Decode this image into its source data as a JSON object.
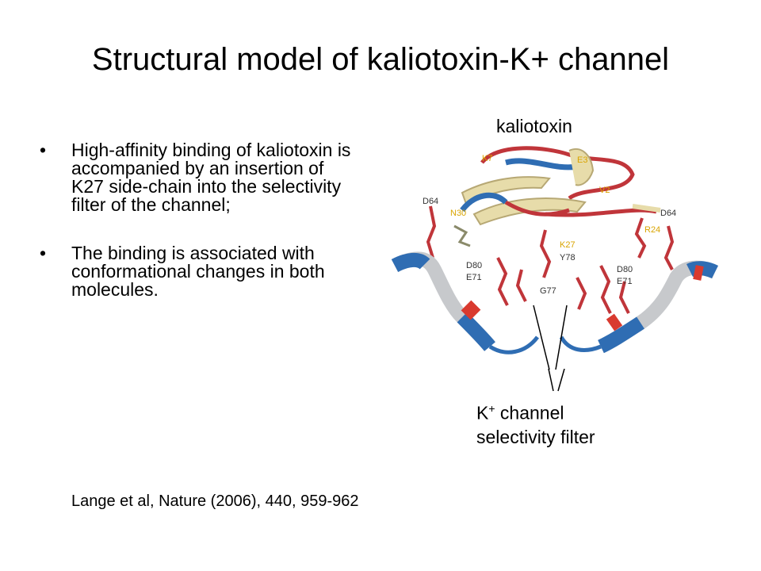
{
  "slide": {
    "title": "Structural model of kaliotoxin-K+ channel",
    "bullets": [
      "High-affinity binding of kaliotoxin is accompanied by an insertion of K27 side-chain into the selectivity filter of the channel;",
      "The binding is associated with conformational changes in both molecules."
    ],
    "bullet_marker": "•",
    "citation": "Lange et al, Nature (2006), 440, 959-962"
  },
  "figure": {
    "label_top": "kaliotoxin",
    "label_bottom_line1_base": "K",
    "label_bottom_line1_sup": "+",
    "label_bottom_line1_rest": " channel",
    "label_bottom_line2": "selectivity filter",
    "residues": {
      "k7": "K7",
      "e3": "E3",
      "v2": "V2",
      "d64_left": "D64",
      "n30": "N30",
      "d64_right": "D64",
      "r24": "R24",
      "k27": "K27",
      "y78": "Y78",
      "d80_left": "D80",
      "e71_left": "E71",
      "d80_right": "D80",
      "e71_right": "E71",
      "g77": "G77"
    },
    "colors": {
      "helix_blue": "#2f6db3",
      "helix_red": "#d93a2f",
      "helix_gray": "#c7c9cc",
      "sheet_tan": "#e7dcaa",
      "sidechain_red": "#c0353a"
    }
  }
}
